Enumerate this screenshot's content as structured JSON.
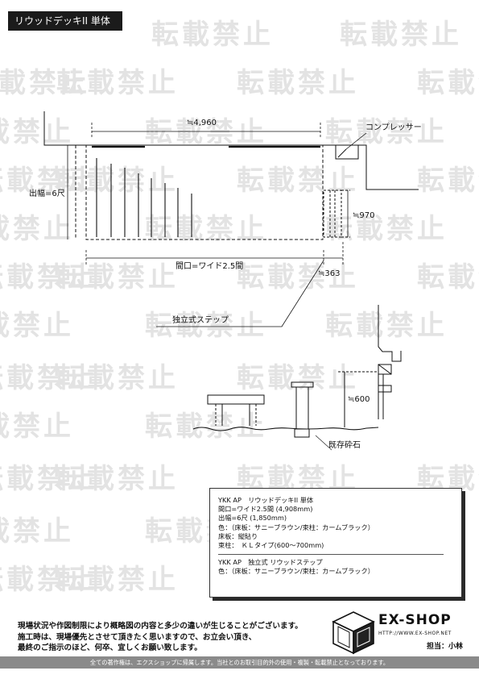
{
  "header": {
    "title": "リウッドデッキII 単体"
  },
  "watermark": {
    "text": "転載禁止"
  },
  "plan": {
    "width_label": "≒4,960",
    "compressor_label": "コンプレッサー",
    "depth_label": "出幅=6尺",
    "step_depth_label": "≒970",
    "frontage_label": "間口=ワイド2.5間",
    "step_width_label": "≒363",
    "step_label": "独立式ステップ"
  },
  "elevation": {
    "height_label": "≒600",
    "gravel_label": "既存砕石"
  },
  "spec": {
    "deck_lines": [
      "YKK AP　リウッドデッキII 単体",
      "間口=ワイド2.5間 (4,908mm)",
      "出幅=6尺 (1,850mm)",
      "色：（床板：サニーブラウン/束柱：カームブラック）",
      "床板：縦貼り",
      "束柱：　ＫＬタイプ(600～700mm)"
    ],
    "step_lines": [
      "YKK AP　独立式 リウッドステップ",
      "色：（床板：サニーブラウン/束柱：カームブラック）"
    ]
  },
  "notes": [
    "現場状況や作図制限により概略図の内容と多少の違いが生じることがございます。",
    "施工時は、現場優先とさせて頂きたく思いますので、お立会い頂き、",
    "最終のご指示のほど、何卒、宜しくお願い致します。"
  ],
  "logo": {
    "name": "EX-SHOP",
    "url": "HTTP://WWW.EX-SHOP.NET",
    "staff": "担当：小林"
  },
  "footer": {
    "text": "全ての著作権は、エクスショップに帰属します。当社とのお取引目的外の使用・複製・転載禁止となっております。"
  }
}
